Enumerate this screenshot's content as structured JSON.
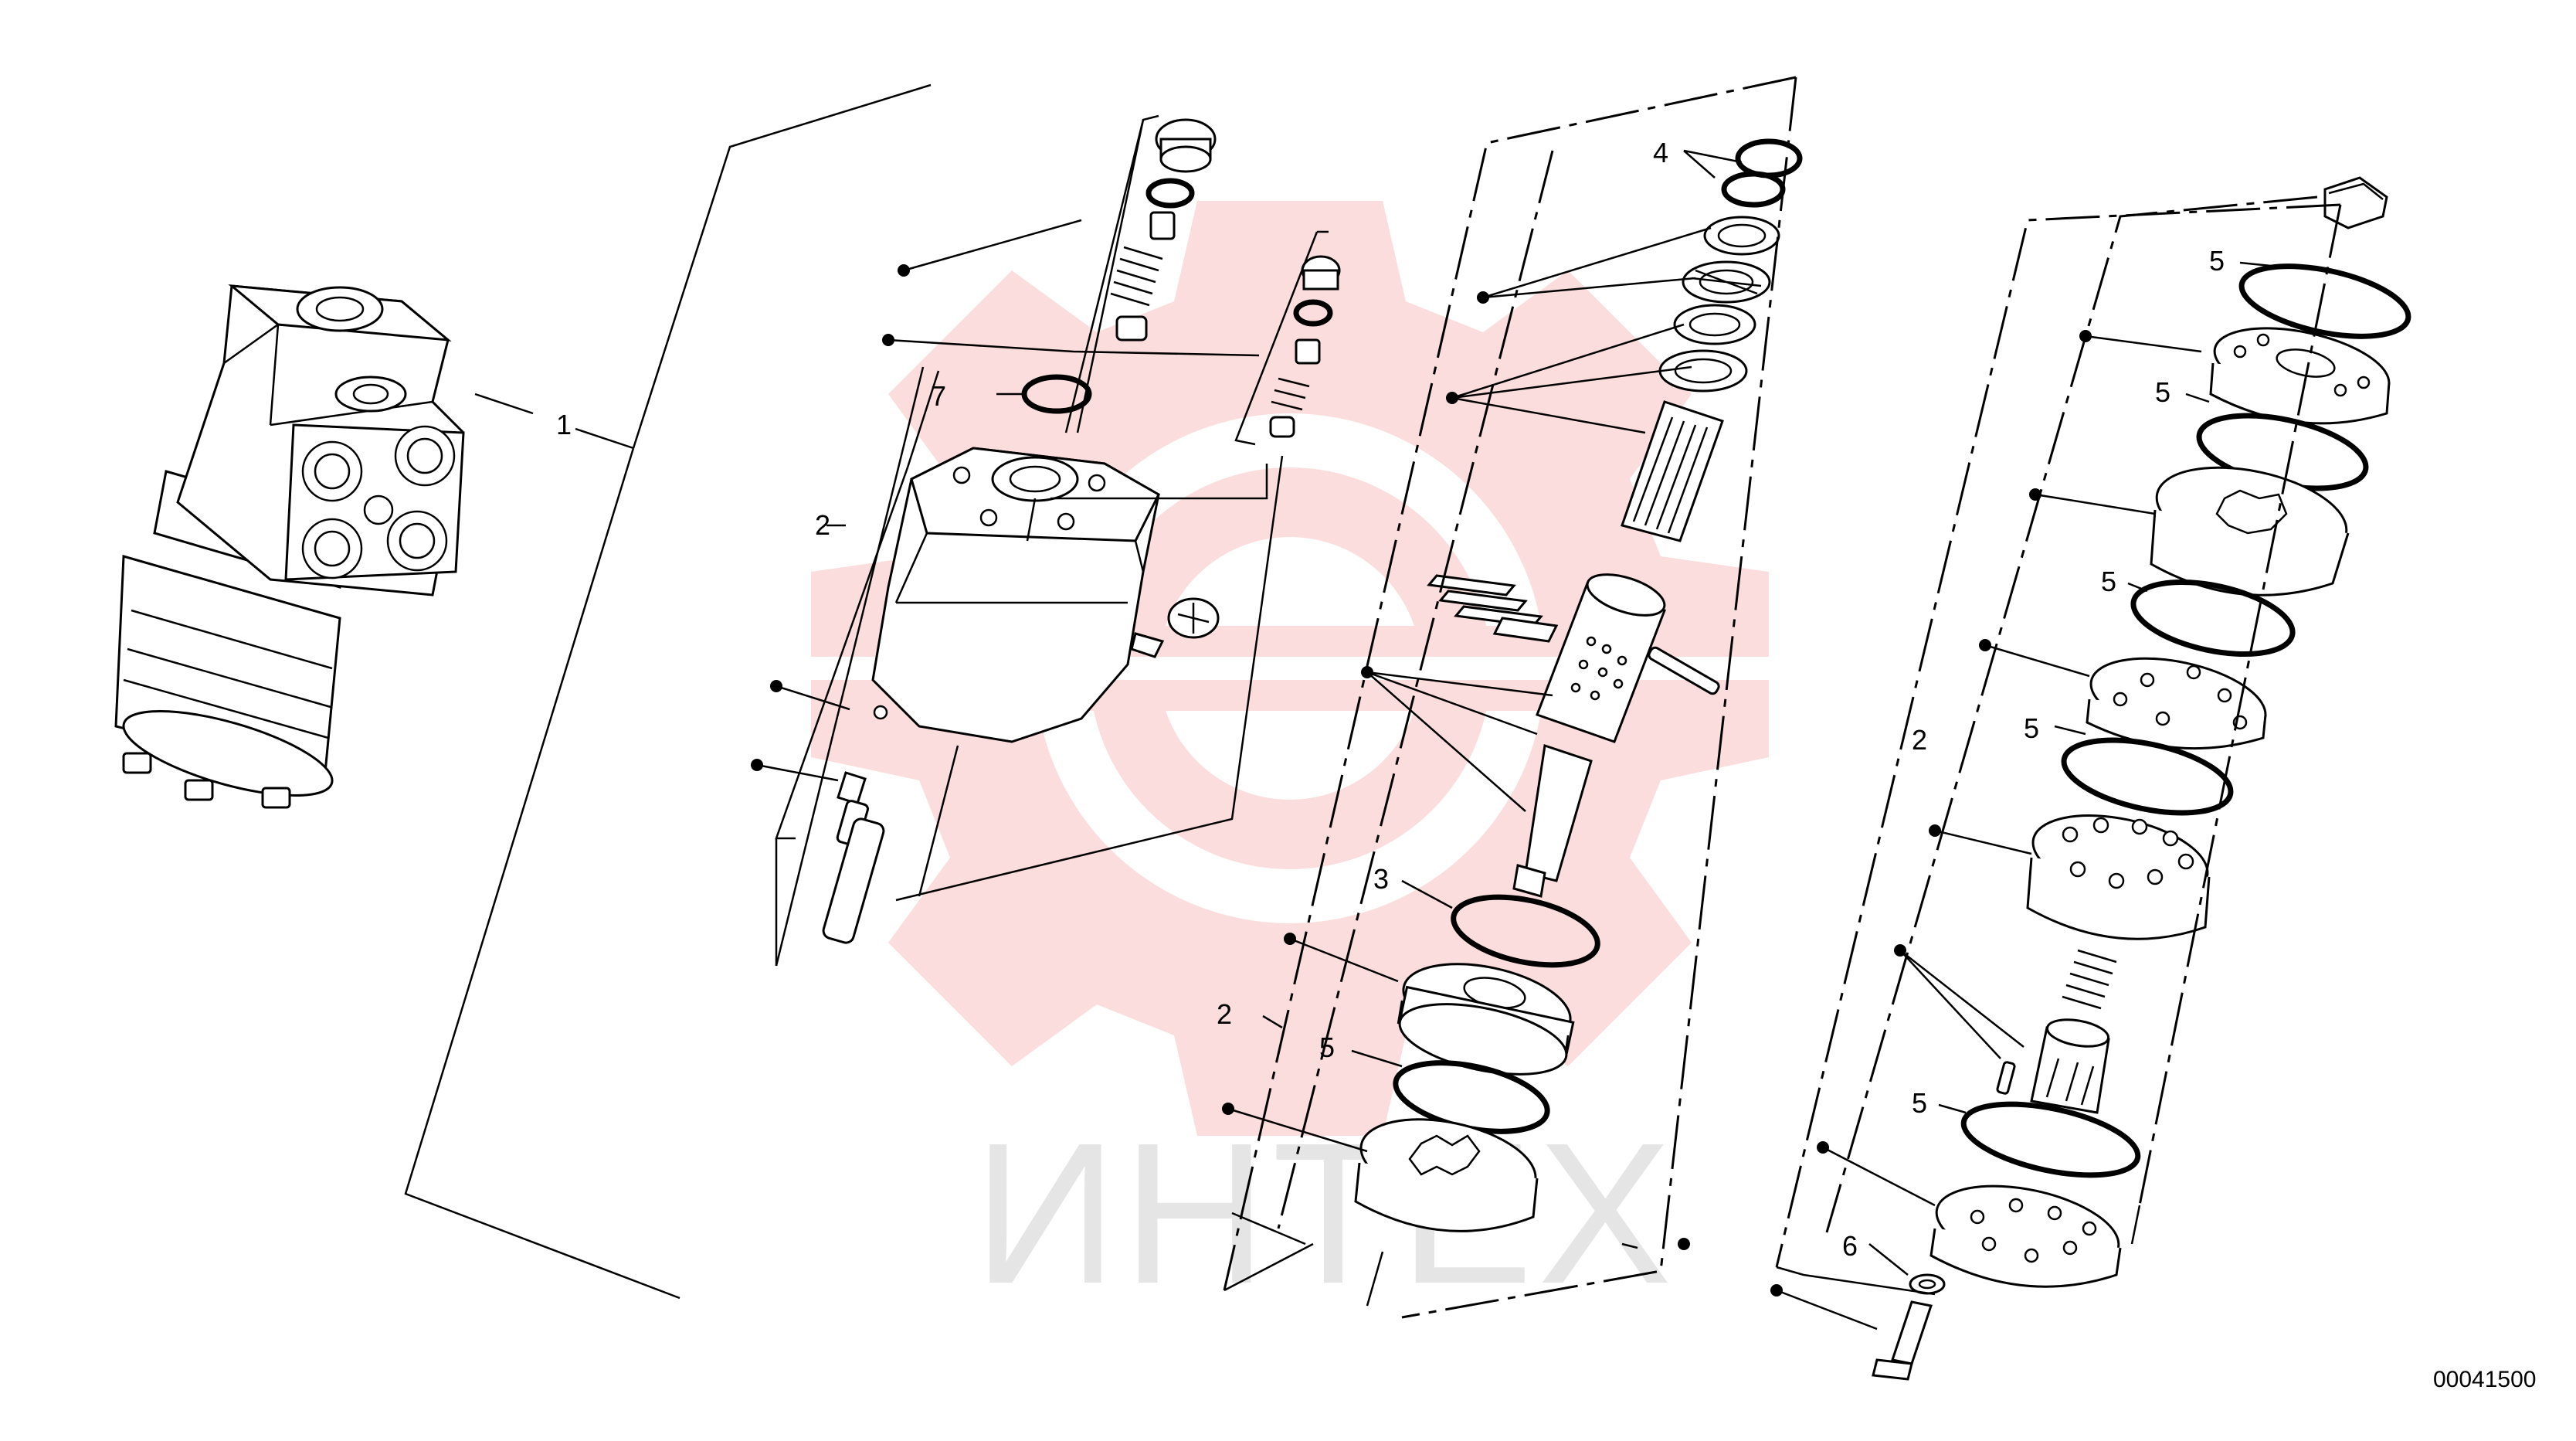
{
  "drawing_code": "00041500",
  "watermark_text": "ИНТЕХ",
  "watermark_color": "#f4a0a0",
  "callouts": [
    {
      "id": "c1",
      "text": "1"
    },
    {
      "id": "c2a",
      "text": "2"
    },
    {
      "id": "c7",
      "text": "7"
    },
    {
      "id": "c4",
      "text": "4"
    },
    {
      "id": "c3",
      "text": "3"
    },
    {
      "id": "c2b",
      "text": "2"
    },
    {
      "id": "c5a",
      "text": "5"
    },
    {
      "id": "c5b",
      "text": "5"
    },
    {
      "id": "c5c",
      "text": "5"
    },
    {
      "id": "c5d",
      "text": "5"
    },
    {
      "id": "c5e",
      "text": "5"
    },
    {
      "id": "c5f",
      "text": "5"
    },
    {
      "id": "c5g",
      "text": "5"
    },
    {
      "id": "c2c",
      "text": "2"
    },
    {
      "id": "c6",
      "text": "6"
    }
  ]
}
